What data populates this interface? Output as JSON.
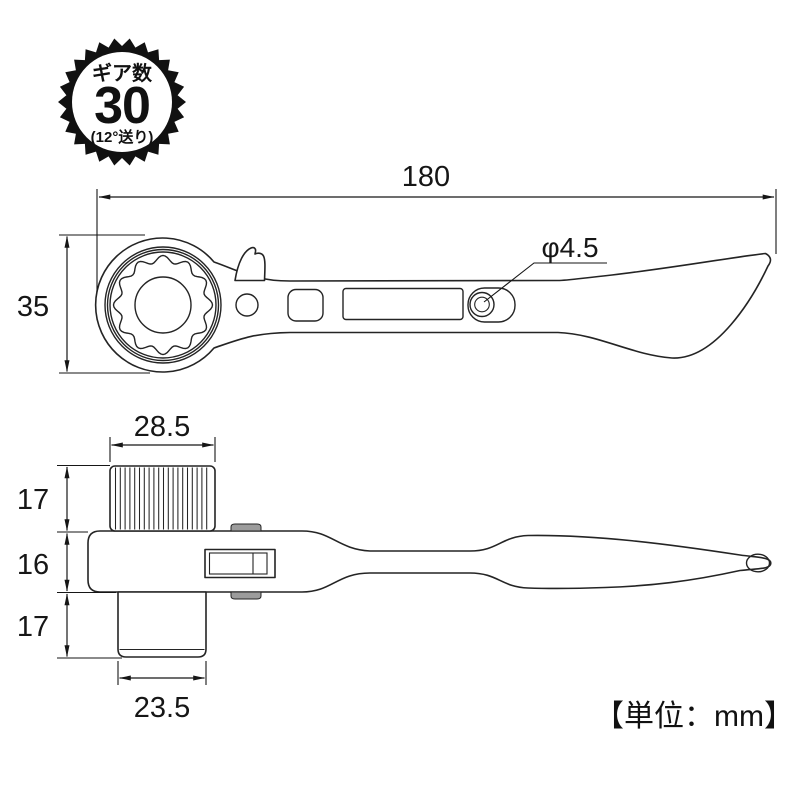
{
  "badge": {
    "label": "ギア数",
    "value": "30",
    "sub": "(12°送り)"
  },
  "top_view": {
    "length_mm": "180",
    "head_height_mm": "35",
    "hole_diameter": "φ4.5"
  },
  "side_view": {
    "knob_width_mm": "28.5",
    "knob_height_mm": "17",
    "body_height_mm": "16",
    "socket_height_mm": "17",
    "socket_width_mm": "23.5"
  },
  "footer": {
    "unit_note": "【単位：mm】"
  },
  "colors": {
    "line": "#242424",
    "dim": "#161616",
    "tab_gray": "#9c9c9c",
    "badge_black": "#111111"
  }
}
